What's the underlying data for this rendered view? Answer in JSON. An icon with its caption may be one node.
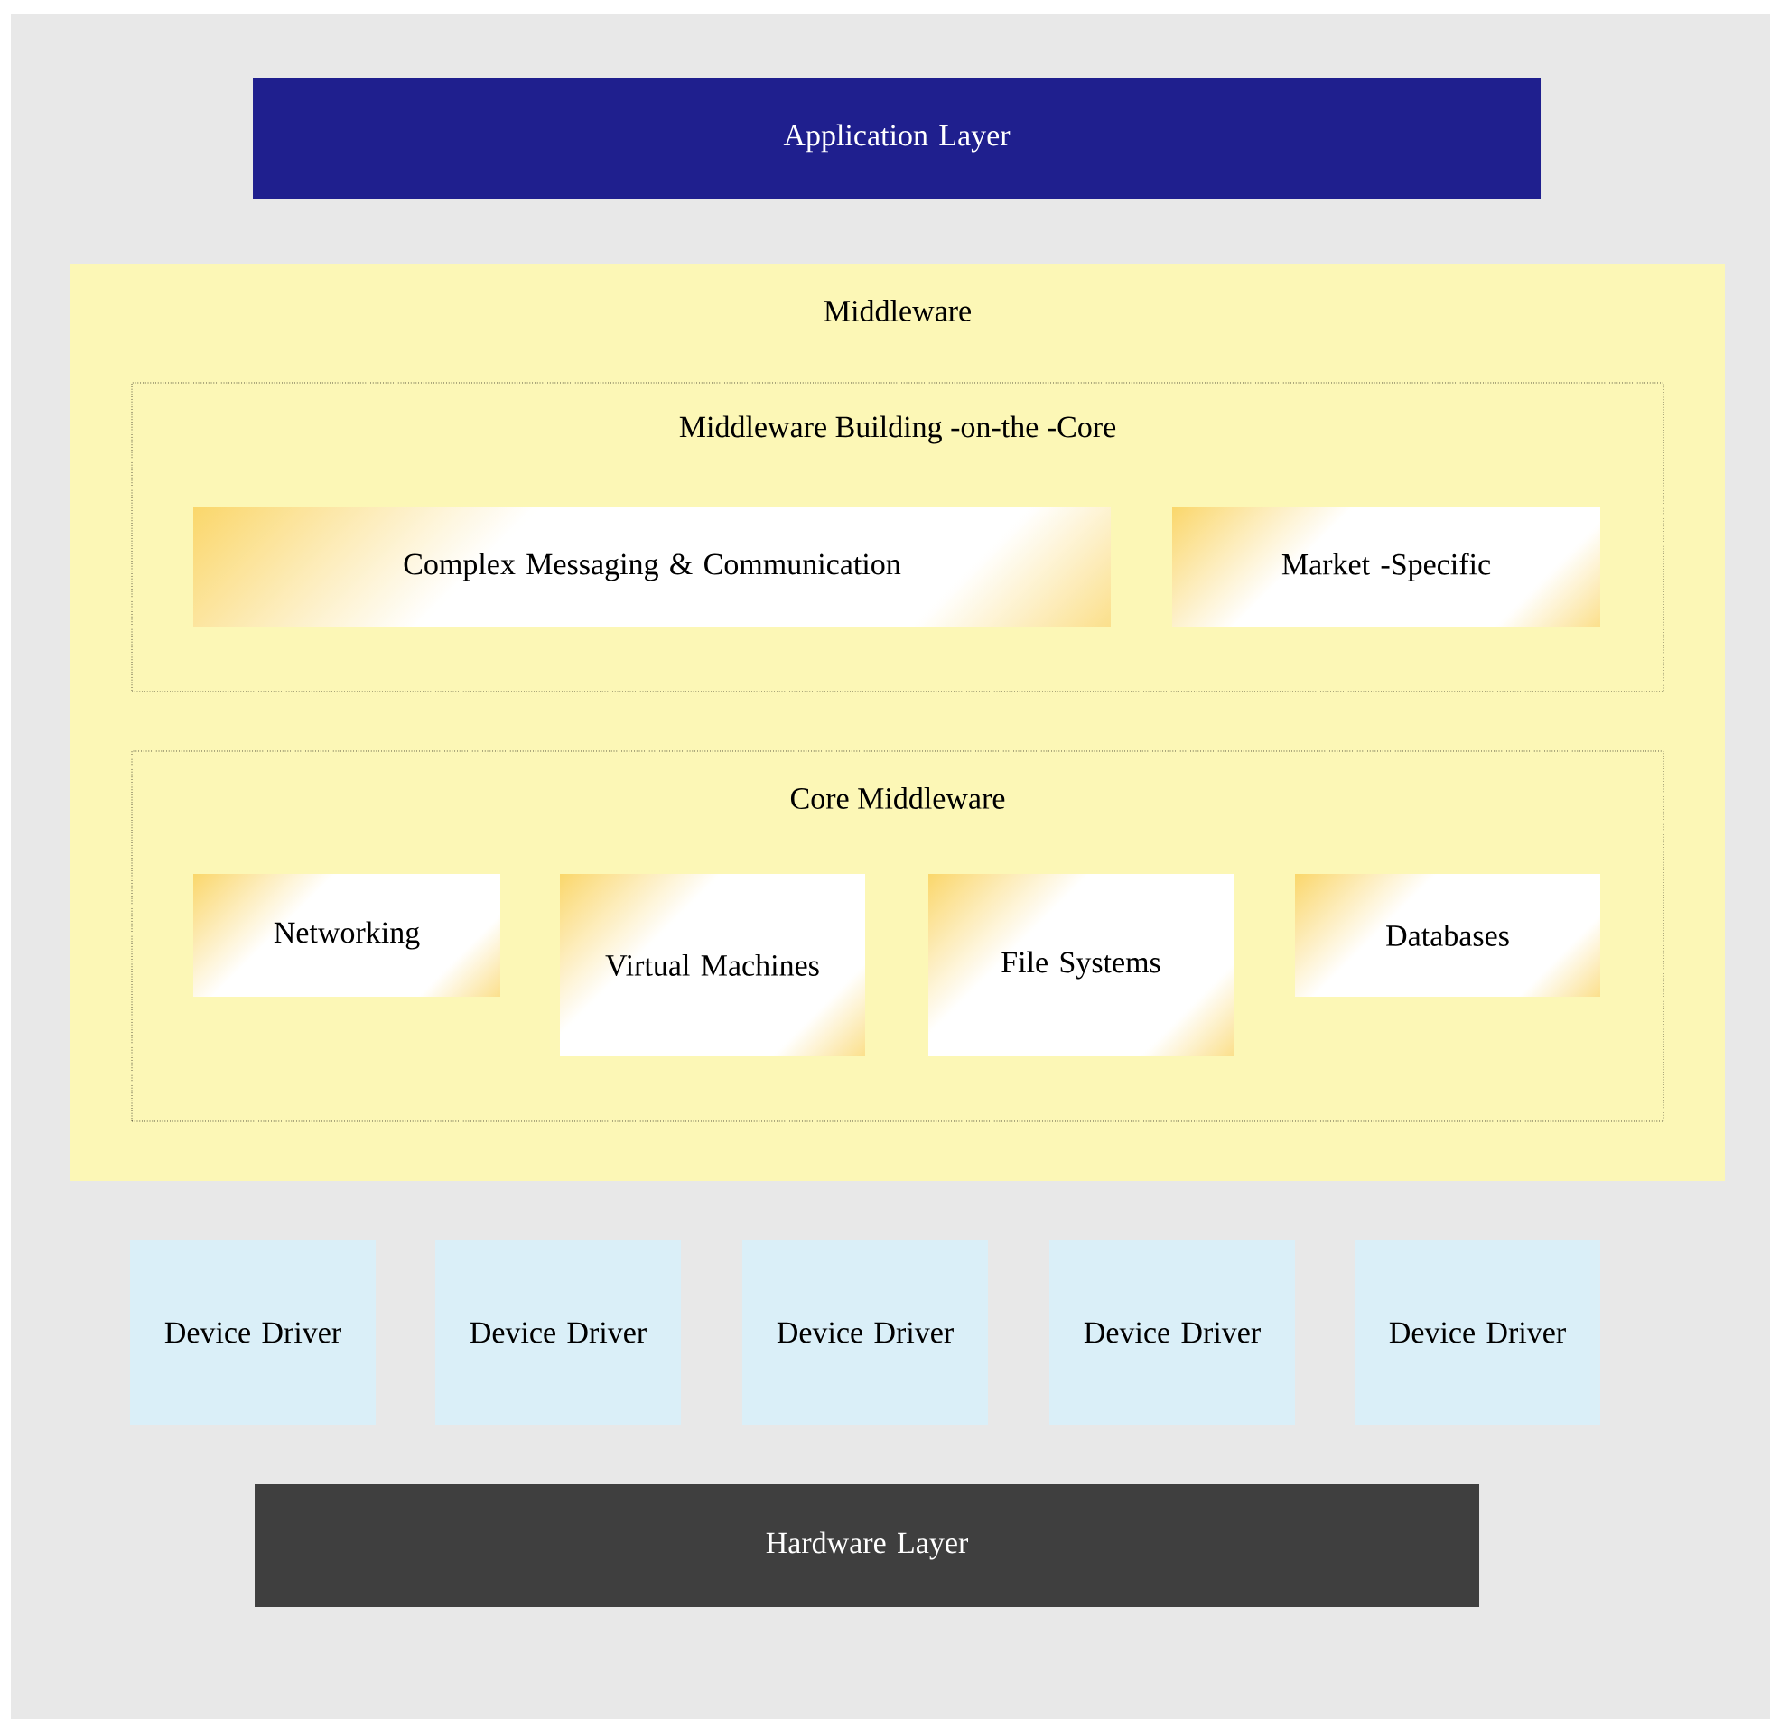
{
  "diagram": {
    "nodes": [
      {
        "text": [
          "Application Layer"
        ]
      },
      {
        "text": [
          "Middleware"
        ]
      },
      {
        "text": [
          "Middleware Building -on-the -Core"
        ],
        "in": 1
      },
      {
        "text": [
          "Complex Messaging & Communication"
        ],
        "in": 2
      },
      {
        "text": [
          "Market -Specific"
        ],
        "in": 2
      },
      {
        "text": [
          "Core Middleware"
        ],
        "in": 1
      },
      {
        "text": [
          "Networking"
        ],
        "in": 5
      },
      {
        "text": [
          "Virtual Machines"
        ],
        "in": 5
      },
      {
        "text": [
          "File Systems"
        ],
        "in": 5
      },
      {
        "text": [
          "Databases"
        ],
        "in": 5
      },
      {
        "text": [
          "Device Driver"
        ]
      },
      {
        "text": [
          "Device Driver"
        ]
      },
      {
        "text": [
          "Device Driver"
        ]
      },
      {
        "text": [
          "Device Driver"
        ]
      },
      {
        "text": [
          "Device Driver"
        ]
      },
      {
        "text": [
          "Hardware Layer"
        ]
      }
    ]
  }
}
